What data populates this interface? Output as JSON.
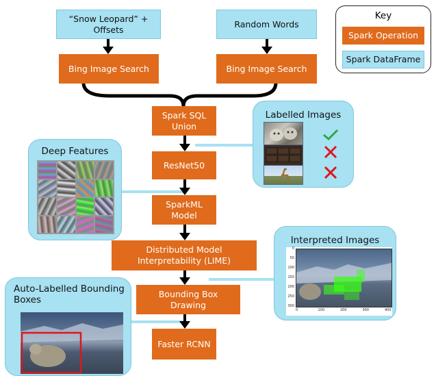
{
  "key": {
    "title": "Key",
    "operation_label": "Spark Operation",
    "dataframe_label": "Spark DataFrame"
  },
  "inputs": {
    "snow_leopard": "“Snow Leopard” +\nOffsets",
    "random_words": "Random Words"
  },
  "operations": {
    "bing_search_1": "Bing Image Search",
    "bing_search_2": "Bing Image Search",
    "spark_sql_union": "Spark SQL\nUnion",
    "resnet50": "ResNet50",
    "sparkml_model": "SparkML\nModel",
    "lime": "Distributed Model\nInterpretability (LIME)",
    "bbox_drawing": "Bounding Box\nDrawing",
    "faster_rcnn": "Faster RCNN"
  },
  "panels": {
    "labelled_images": {
      "title": "Labelled Images",
      "marks": [
        "check",
        "cross",
        "cross"
      ]
    },
    "deep_features": {
      "title": "Deep Features"
    },
    "interpreted_images": {
      "title": "Interpreted Images",
      "y_ticks": [
        "0",
        "50",
        "100",
        "150",
        "200",
        "250",
        "300"
      ],
      "x_ticks": [
        "0",
        "100",
        "200",
        "300",
        "400"
      ]
    },
    "auto_labelled": {
      "title": "Auto-Labelled Bounding\nBoxes"
    }
  },
  "colors": {
    "operation": "#e06b1c",
    "dataframe": "#a7e1f2",
    "check": "#2aa84a",
    "cross": "#e0141e",
    "bbox": "#e0141e",
    "heatmap": "#39ff14"
  }
}
